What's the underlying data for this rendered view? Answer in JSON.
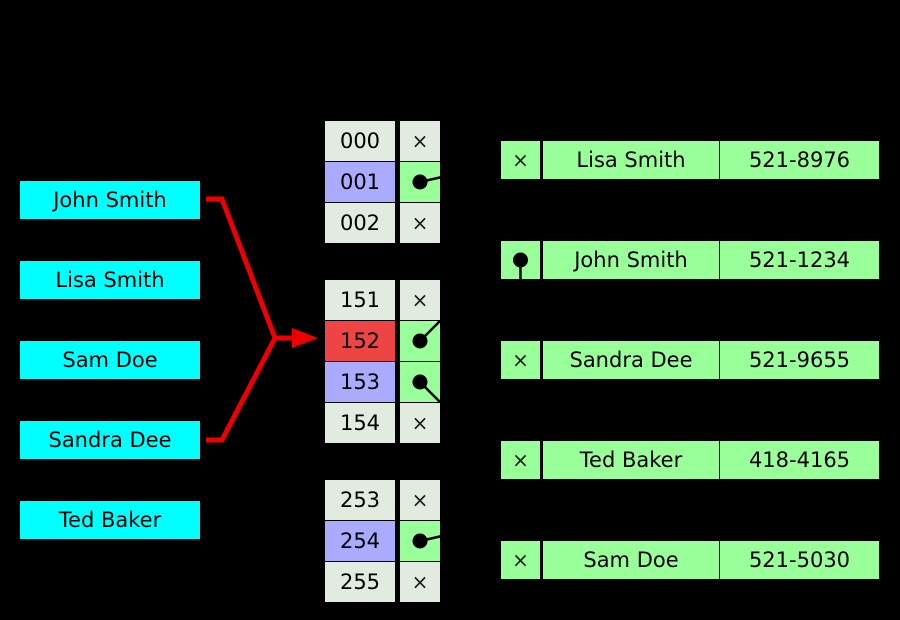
{
  "diagram": {
    "title": "hash-table-separate-chaining-diagram",
    "colors": {
      "background": "#000000",
      "key_box": "#00ffff",
      "bucket_default": "#e2ebe0",
      "bucket_highlight_lavender": "#aaaaff",
      "bucket_highlight_red": "#ee4444",
      "bucket_filled": "#99ff99",
      "entry_box": "#99ff99",
      "arrow": "#ee0000",
      "text": "#000000"
    }
  },
  "keys": [
    {
      "label": "John Smith"
    },
    {
      "label": "Lisa Smith"
    },
    {
      "label": "Sam Doe"
    },
    {
      "label": "Sandra Dee"
    },
    {
      "label": "Ted Baker"
    }
  ],
  "buckets": {
    "groups": [
      {
        "rows": [
          {
            "index": "000",
            "highlight": "none",
            "slot": "empty"
          },
          {
            "index": "001",
            "highlight": "lavender",
            "slot": "pointer"
          },
          {
            "index": "002",
            "highlight": "none",
            "slot": "empty"
          }
        ]
      },
      {
        "rows": [
          {
            "index": "151",
            "highlight": "none",
            "slot": "empty"
          },
          {
            "index": "152",
            "highlight": "red",
            "slot": "pointer"
          },
          {
            "index": "153",
            "highlight": "lavender",
            "slot": "pointer"
          },
          {
            "index": "154",
            "highlight": "none",
            "slot": "empty"
          }
        ]
      },
      {
        "rows": [
          {
            "index": "253",
            "highlight": "none",
            "slot": "empty"
          },
          {
            "index": "254",
            "highlight": "lavender",
            "slot": "pointer"
          },
          {
            "index": "255",
            "highlight": "none",
            "slot": "empty"
          }
        ]
      }
    ],
    "empty_glyph": "×"
  },
  "entries": [
    {
      "pointer": "none",
      "name": "Lisa Smith",
      "phone": "521-8976"
    },
    {
      "pointer": "down",
      "name": "John Smith",
      "phone": "521-1234"
    },
    {
      "pointer": "none",
      "name": "Sandra Dee",
      "phone": "521-9655"
    },
    {
      "pointer": "none",
      "name": "Ted Baker",
      "phone": "418-4165"
    },
    {
      "pointer": "none",
      "name": "Sam Doe",
      "phone": "521-5030"
    }
  ],
  "entry_pointer_glyph": "×"
}
